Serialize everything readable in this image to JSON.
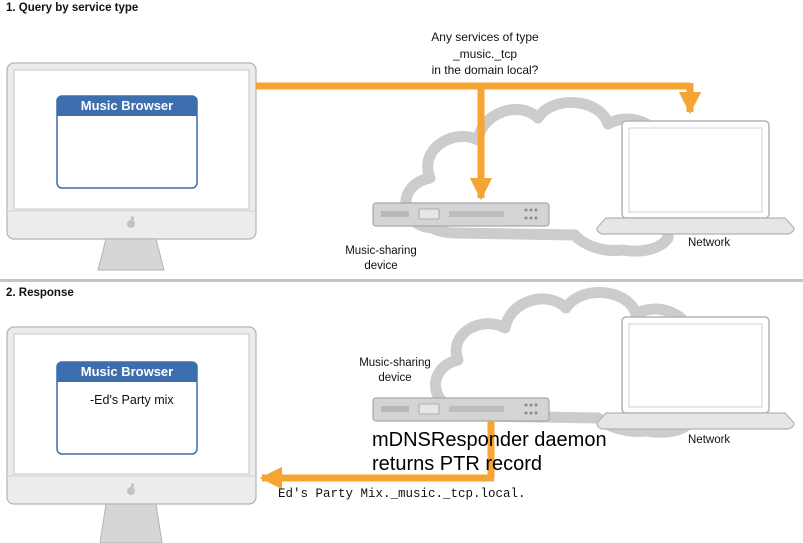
{
  "section1": {
    "title": "1. Query by service type",
    "query_text": [
      "Any services of type",
      "_music._tcp",
      "in the domain local?"
    ],
    "window_title": "Music Browser",
    "device_label": [
      "Music-sharing",
      "device"
    ],
    "network_label": "Network"
  },
  "section2": {
    "title": "2. Response",
    "window_title": "Music Browser",
    "window_item": "-Ed's Party mix",
    "device_label": [
      "Music-sharing",
      "device"
    ],
    "network_label": "Network",
    "daemon_text": [
      "mDNSResponder daemon",
      "returns PTR record"
    ],
    "record_text": "Ed's Party Mix._music._tcp.local."
  },
  "colors": {
    "accent_arrow": "#f5a533",
    "window_title_bar": "#3d6ead",
    "device_body": "#d4d4d4",
    "cloud_outline": "#cccccc"
  },
  "icons": [
    "imac-icon",
    "laptop-icon",
    "server-device-icon",
    "cloud-icon",
    "apple-logo-icon"
  ]
}
